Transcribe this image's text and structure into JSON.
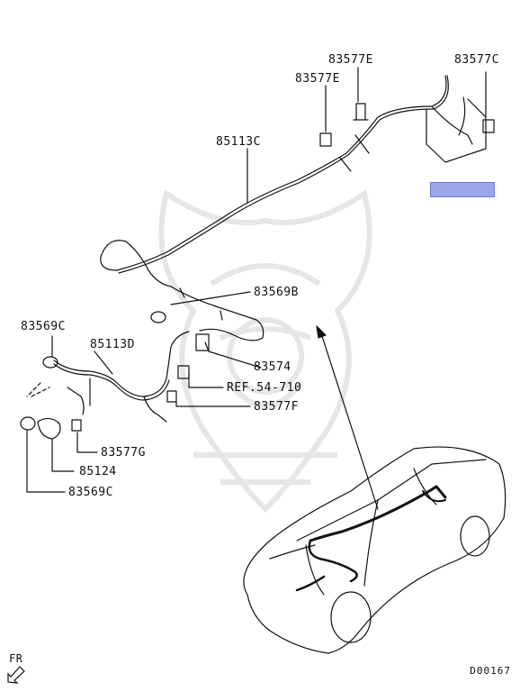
{
  "callouts": {
    "c83577E_top": "83577E",
    "c83577E_mid": "83577E",
    "c83577C": "83577C",
    "c85113C": "85113C",
    "c83569B": "83569B",
    "c83569C_top": "83569C",
    "c85113D": "85113D",
    "c83574": "83574",
    "c_ref": "REF.54-710",
    "c83577F": "83577F",
    "c83577G": "83577G",
    "c85124": "85124",
    "c83569C_bot": "83569C"
  },
  "orientation_label": "FR",
  "diagram_code": "D00167",
  "colors": {
    "line": "#111111",
    "highlight": "#9aa6e8",
    "watermark": "#e4e4e4"
  }
}
